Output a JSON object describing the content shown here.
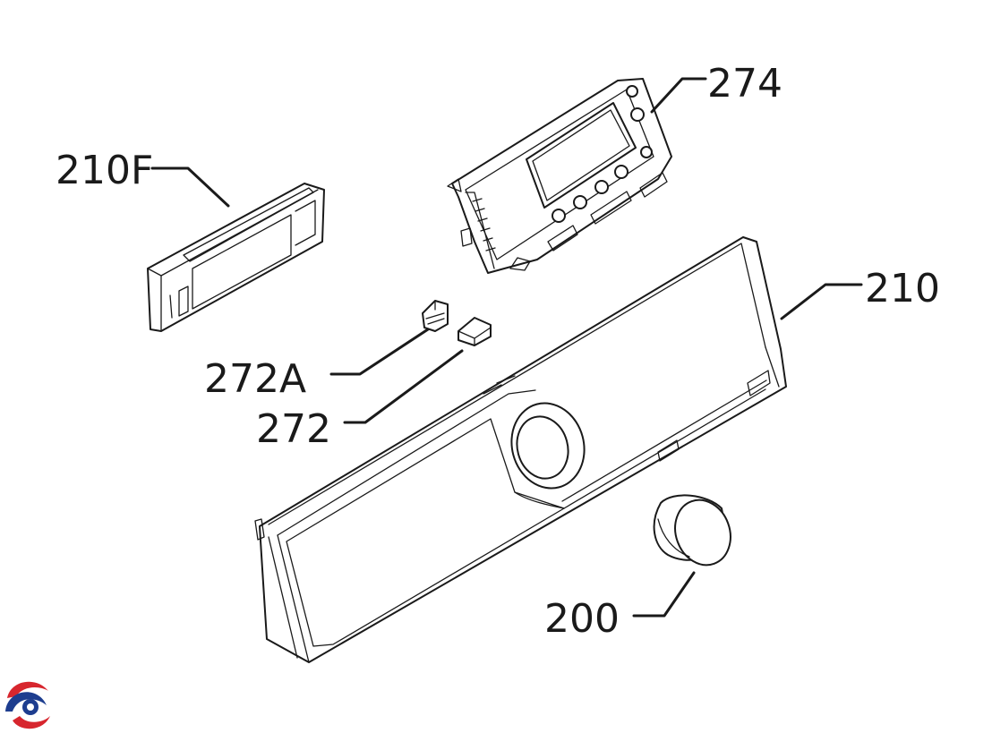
{
  "diagram": {
    "callouts": [
      {
        "id": "control-board",
        "label": "274"
      },
      {
        "id": "panel-insert",
        "label": "210F"
      },
      {
        "id": "control-panel",
        "label": "210"
      },
      {
        "id": "clip",
        "label": "272A"
      },
      {
        "id": "button",
        "label": "272"
      },
      {
        "id": "knob",
        "label": "200"
      }
    ]
  },
  "colors": {
    "line": "#1a1a1a",
    "background": "#ffffff",
    "logo_red": "#d7262e",
    "logo_blue": "#1d3d8f"
  },
  "logo": {
    "icon": "swirl-logo-icon"
  }
}
